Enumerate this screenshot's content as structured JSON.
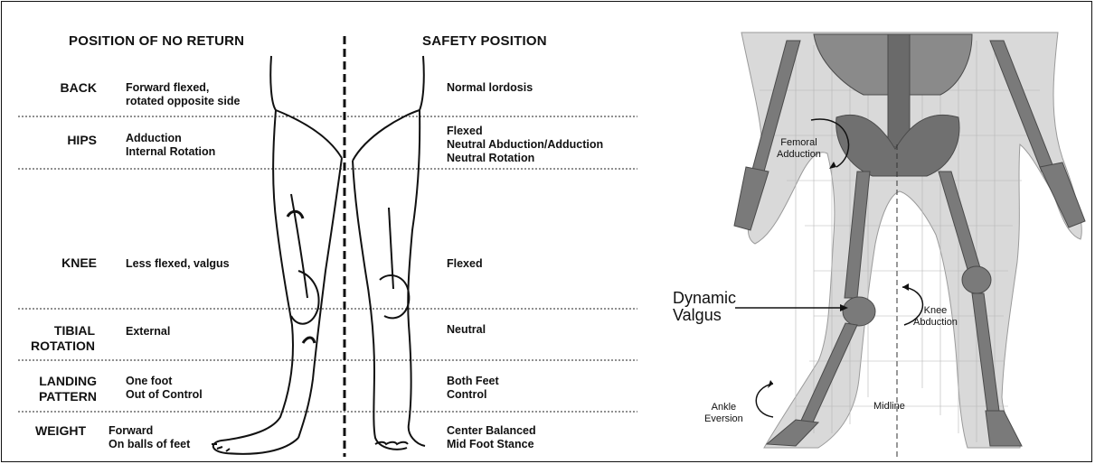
{
  "left_panel": {
    "header_left": "POSITION OF NO RETURN",
    "header_right": "SAFETY POSITION",
    "rows": [
      {
        "label": "BACK",
        "no_return": "Forward flexed,\nrotated opposite side",
        "safety": "Normal lordosis"
      },
      {
        "label": "HIPS",
        "no_return": "Adduction\nInternal Rotation",
        "safety": "Flexed\nNeutral Abduction/Adduction\nNeutral Rotation"
      },
      {
        "label": "KNEE",
        "no_return": "Less flexed, valgus",
        "safety": "Flexed"
      },
      {
        "label": "TIBIAL\nROTATION",
        "no_return": "External",
        "safety": "Neutral"
      },
      {
        "label": "LANDING\nPATTERN",
        "no_return": "One foot\nOut of Control",
        "safety": "Both Feet\nControl"
      },
      {
        "label": "WEIGHT",
        "no_return": "Forward\nOn balls of feet",
        "safety": "Center Balanced\nMid Foot Stance"
      }
    ]
  },
  "right_panel": {
    "femoral_adduction": "Femoral\nAdduction",
    "dynamic_valgus": "Dynamic\nValgus",
    "knee_abduction": "Knee\nAbduction",
    "ankle_eversion": "Ankle\nEversion",
    "midline": "Midline"
  }
}
